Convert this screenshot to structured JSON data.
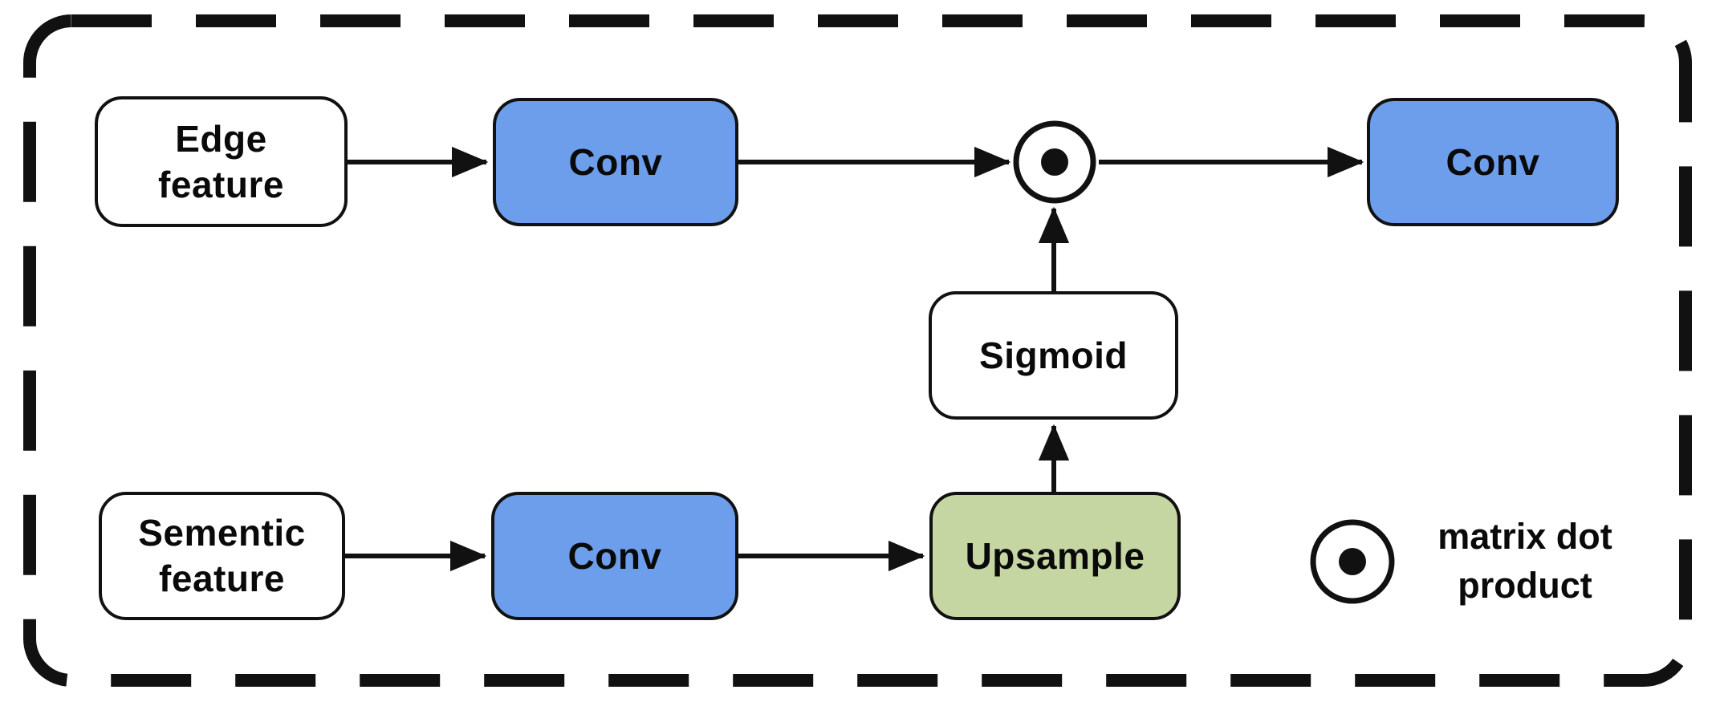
{
  "figure": {
    "type": "flow-diagram",
    "description": "Feature fusion block: edge and semantic features pass through Conv layers, the semantic branch is upsampled and passed through a Sigmoid, combined with the edge branch by matrix dot product, then a final Conv."
  },
  "colors": {
    "background": "#ffffff",
    "stroke": "#111111",
    "plain_fill": "#ffffff",
    "conv_fill": "#6d9eeb",
    "upsample_fill": "#c5d6a3"
  },
  "nodes": {
    "edge_feature": {
      "label": "Edge\nfeature"
    },
    "conv_edge": {
      "label": "Conv"
    },
    "conv_output": {
      "label": "Conv"
    },
    "sigmoid": {
      "label": "Sigmoid"
    },
    "semantic_feature": {
      "label": "Sementic\nfeature"
    },
    "conv_semantic": {
      "label": "Conv"
    },
    "upsample": {
      "label": "Upsample"
    },
    "dot_product_operator": {
      "symbol": "circled-dot"
    }
  },
  "connections": [
    {
      "from": "edge_feature",
      "to": "conv_edge"
    },
    {
      "from": "conv_edge",
      "to": "dot_product_operator"
    },
    {
      "from": "dot_product_operator",
      "to": "conv_output"
    },
    {
      "from": "semantic_feature",
      "to": "conv_semantic"
    },
    {
      "from": "conv_semantic",
      "to": "upsample"
    },
    {
      "from": "upsample",
      "to": "sigmoid"
    },
    {
      "from": "sigmoid",
      "to": "dot_product_operator"
    }
  ],
  "legend": {
    "symbol": "circled-dot",
    "label": "matrix dot\nproduct"
  }
}
